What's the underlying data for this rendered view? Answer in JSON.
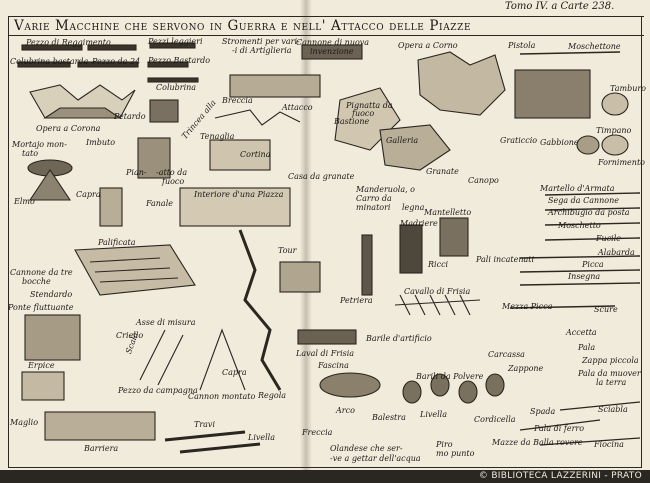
{
  "plate": {
    "title": "Varie Macchine che servono in Guerra e nell' Attacco delle Piazze",
    "volume_ref": "Tomo IV. a Carte 238."
  },
  "labels": {
    "pezzo_reggimento": "Pezzo di Reggimento",
    "pezzi_leggieri": "Pezzi leggieri",
    "colubrina_bastarda": "Colubrina bastarda",
    "pezzo_24": "Pezzo da 24",
    "pezzo_bastardo": "Pezzo Bastardo",
    "colubrina": "Colubrina",
    "stromenti": "Stromenti per vari-",
    "artiglieria": "-i di Artiglieria",
    "cannone_nuova": "Cannone di nuova",
    "invenzione": "invenzione",
    "opera_corno": "Opera a Corno",
    "pistola": "Pistola",
    "moschettone": "Moschettone",
    "opera_corona": "Opera a Corona",
    "petardo": "Petardo",
    "breccia": "Breccia",
    "attacco": "Attacco",
    "pignatta": "Pignatta da",
    "fuoco": "fuoco",
    "bastione": "Bastione",
    "tamburo": "Tamburo",
    "mortaio": "Mortajo mon-",
    "tato": "tato",
    "imbuto": "Imbuto",
    "trincea": "Trincea alla",
    "tenaglia": "Tenaglia",
    "cortina": "Cortina",
    "galleria": "Galleria",
    "graticcio": "Graticcio",
    "gabbione": "Gabbione",
    "timpano": "Timpano",
    "pian_fuoco": "Pian-",
    "pian_fuoco2": "-atto da",
    "pian_fuoco3": "fuoco",
    "casa_granate": "Casa da granate",
    "granate": "Granate",
    "fornimento": "Fornimento",
    "elmo": "Elmo",
    "capra": "Capra",
    "fanale": "Fanale",
    "interiore": "Interiore d'una Piazza",
    "manderuola": "Manderuola, o",
    "carro": "Carro da",
    "minatori": "minatori",
    "legna": "legna",
    "canopo": "Canopo",
    "martello": "Martello d'Armata",
    "sega": "Sega da Cannone",
    "archibugio": "Archibugio da posta",
    "moschetto": "Moschetto",
    "fucile": "Fucile",
    "palificata": "Palificata",
    "mantelletto": "Mantelletto",
    "madriere": "Madriere",
    "ricci": "Ricci",
    "pali_incatenati": "Pali incatenati",
    "alabarda": "Alabarda",
    "picca": "Picca",
    "insegna": "Insegna",
    "cannone_tre": "Cannone da tre",
    "bocche": "bocche",
    "stendardo": "Stendardo",
    "tour": "Tour",
    "cavallo_frisia": "Cavallo di Frisia",
    "mezza_picca": "Mezza Picca",
    "scure": "Scure",
    "ponte": "Ponte fluttuante",
    "asse_misura": "Asse di misura",
    "criello": "Criello",
    "petriera": "Petriera",
    "barile_artificio": "Barile d'artificio",
    "accetta": "Accetta",
    "pala": "Pala",
    "zappa": "Zappa piccola",
    "laval_frisia": "Laval di Frisia",
    "carcassa": "Carcassa",
    "zappone": "Zappone",
    "pala_muovere": "Pala da muover",
    "terra": "la terra",
    "erpice": "Erpice",
    "scala": "Scala",
    "capra2": "Capra",
    "pezzo_campagna": "Pezzo da campagna",
    "fascina": "Fascina",
    "barili_polvere": "Barili da Polvere",
    "cannone_montato": "Cannon montato",
    "regola": "Regola",
    "arco": "Arco",
    "balestra": "Balestra",
    "livella": "Livella",
    "cordicella": "Cordicella",
    "spada": "Spada",
    "sciabla": "Sciabla",
    "pala_ferro": "Pala di ferro",
    "maglio": "Maglio",
    "travi": "Travi",
    "livella2": "Livella",
    "freccia": "Freccia",
    "olandese": "Olandese che ser-",
    "olandese2": "-ve a gettar dell'acqua",
    "piro": "Piro",
    "mo_punto": "mo punto",
    "mazze": "Mazze da Balla rovere",
    "fiocina": "Fiocina",
    "barriera": "Barriera"
  },
  "footer": {
    "copyright": "© BIBLIOTECA LAZZERINI - PRATO"
  }
}
